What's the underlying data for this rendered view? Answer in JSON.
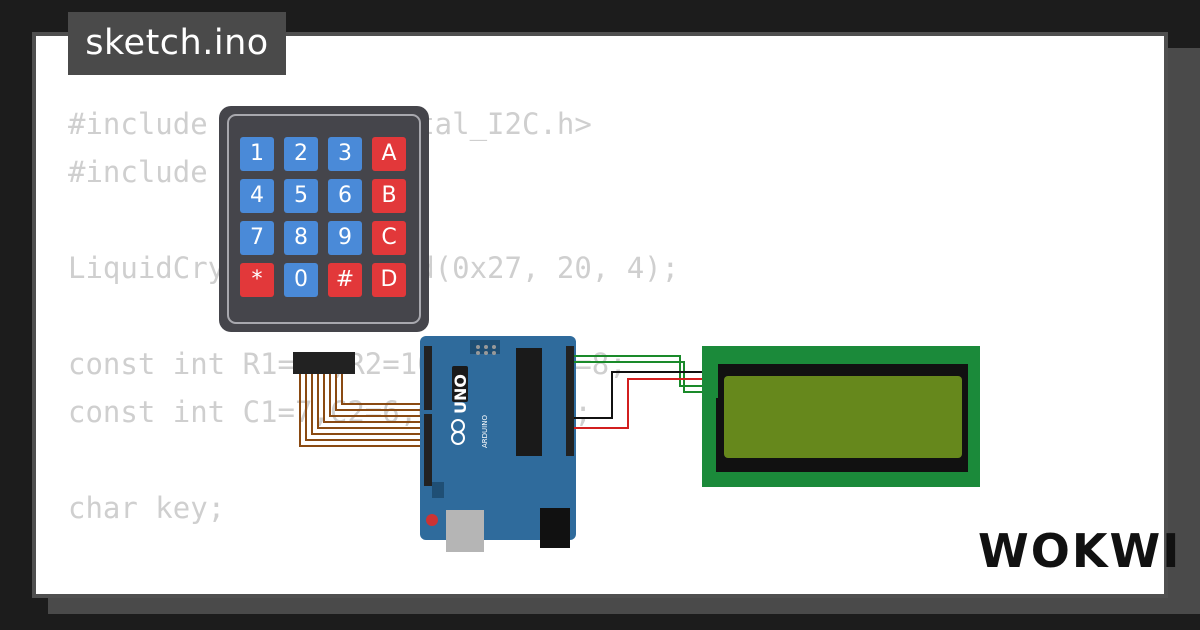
{
  "title": "sketch.ino",
  "brand": "WOKWI",
  "code_lines": [
    "#include <LiquidCrystal_I2C.h>",
    "#include <Keypad.h>",
    "",
    "LiquidCrystal_I2C lcd(0x27, 20, 4);",
    "",
    "const int R1=11,R2=10,R3=9,R4=8;",
    "const int C1=7,C2=6,C3=5,C4=4;",
    "",
    "char key;"
  ],
  "keypad": {
    "keys": [
      [
        "1",
        "2",
        "3",
        "A"
      ],
      [
        "4",
        "5",
        "6",
        "B"
      ],
      [
        "7",
        "8",
        "9",
        "C"
      ],
      [
        "*",
        "0",
        "#",
        "D"
      ]
    ]
  },
  "arduino": {
    "model": "UNO",
    "brand_label": "ARDUINO"
  },
  "colors": {
    "background": "#1c1c1c",
    "card": "#ffffff",
    "arduino_board": "#2f6b9c",
    "lcd_board": "#1b8a3a",
    "lcd_screen": "#66881c",
    "key_blue": "#4a8ad8",
    "key_red": "#e2383a"
  }
}
